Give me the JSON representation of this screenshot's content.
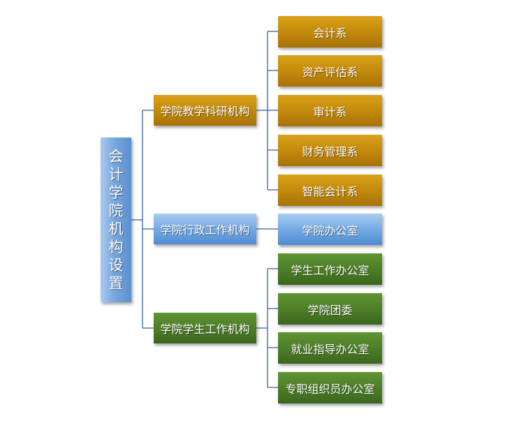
{
  "root": {
    "label": "会计学院机构设置"
  },
  "groups": [
    {
      "label": "学院教学科研机构",
      "children": [
        "会计系",
        "资产评估系",
        "审计系",
        "财务管理系",
        "智能会计系"
      ]
    },
    {
      "label": "学院行政工作机构",
      "children": [
        "学院办公室"
      ]
    },
    {
      "label": "学院学生工作机构",
      "children": [
        "学生工作办公室",
        "学院团委",
        "就业指导办公室",
        "专职组织员办公室"
      ]
    }
  ],
  "colors": {
    "connector": "#3a62a2",
    "teaching": "#c48a0c",
    "admin": "#79ade6",
    "student": "#4d7f27",
    "root": "#77a7dd"
  }
}
